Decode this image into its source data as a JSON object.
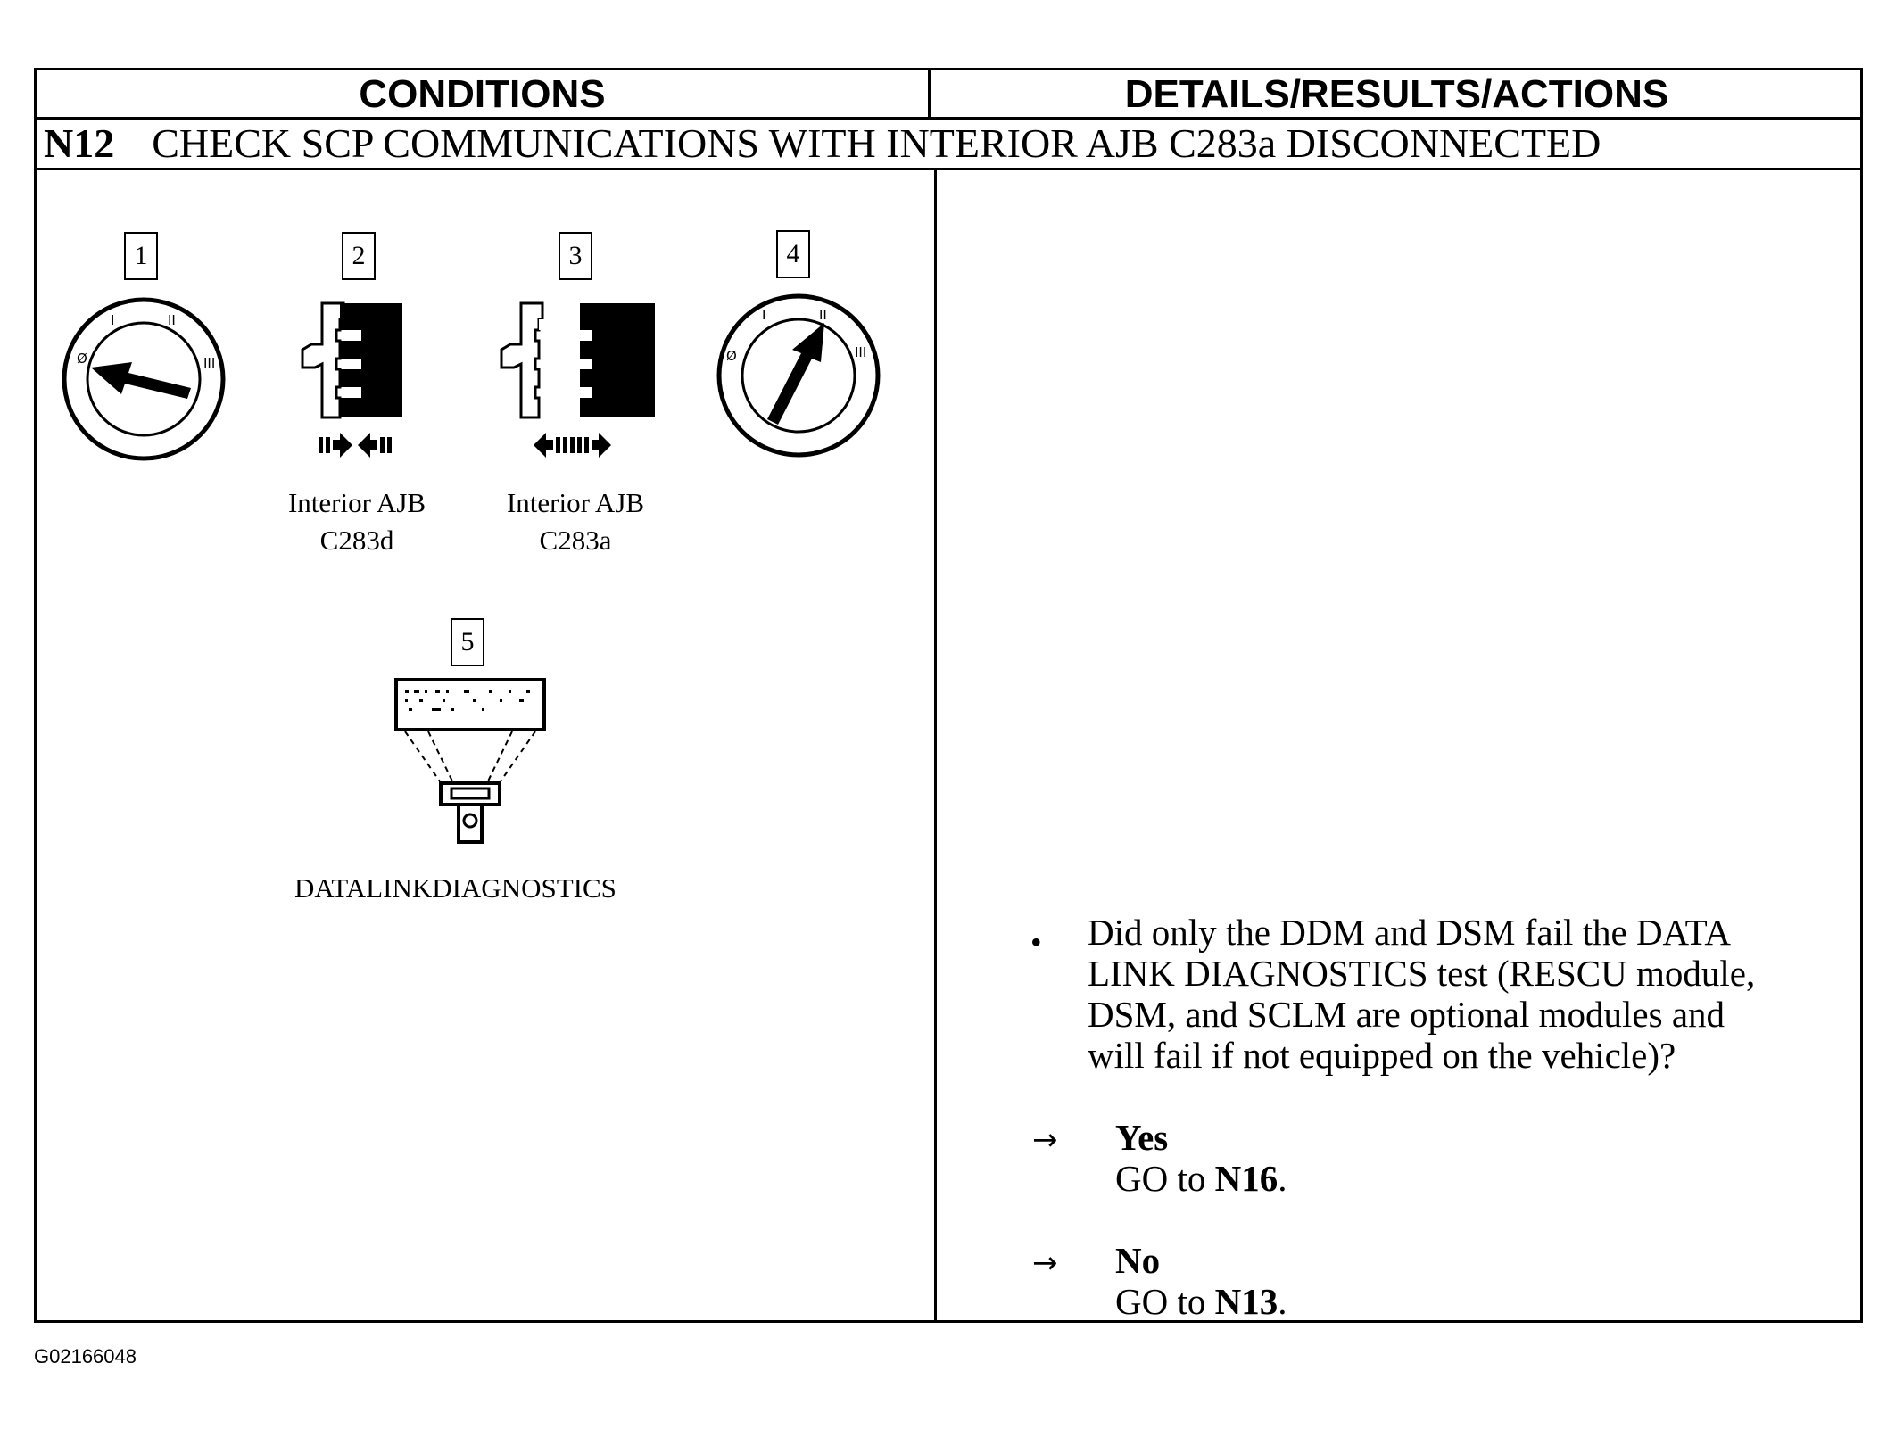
{
  "header": {
    "conditions": "CONDITIONS",
    "details": "DETAILS/RESULTS/ACTIONS"
  },
  "step": {
    "number": "N12",
    "title": "CHECK SCP COMMUNICATIONS WITH INTERIOR AJB C283a DISCONNECTED"
  },
  "figures": {
    "box1": "1",
    "box2": "2",
    "box3": "3",
    "box4": "4",
    "box5": "5",
    "caption2_line1": "Interior AJB",
    "caption2_line2": "C283d",
    "caption3_line1": "Interior AJB",
    "caption3_line2": "C283a",
    "caption5": "DATALINKDIAGNOSTICS",
    "switch_mark_off": "Ø",
    "switch_mark_1": "I",
    "switch_mark_2": "II",
    "switch_mark_3": "III"
  },
  "details": {
    "bullet": "•",
    "question_line1": "Did only the DDM and DSM fail the DATA",
    "question_line2": "LINK DIAGNOSTICS test (RESCU module,",
    "question_line3": "DSM, and SCLM are optional modules and",
    "question_line4": "will fail if not equipped on the vehicle)?",
    "answers": [
      {
        "arrow": "→",
        "label": "Yes",
        "action_prefix": "GO to ",
        "target": "N16",
        "suffix": "."
      },
      {
        "arrow": "→",
        "label": "No",
        "action_prefix": "GO to ",
        "target": "N13",
        "suffix": "."
      }
    ]
  },
  "footer": {
    "doc_id": "G02166048"
  }
}
